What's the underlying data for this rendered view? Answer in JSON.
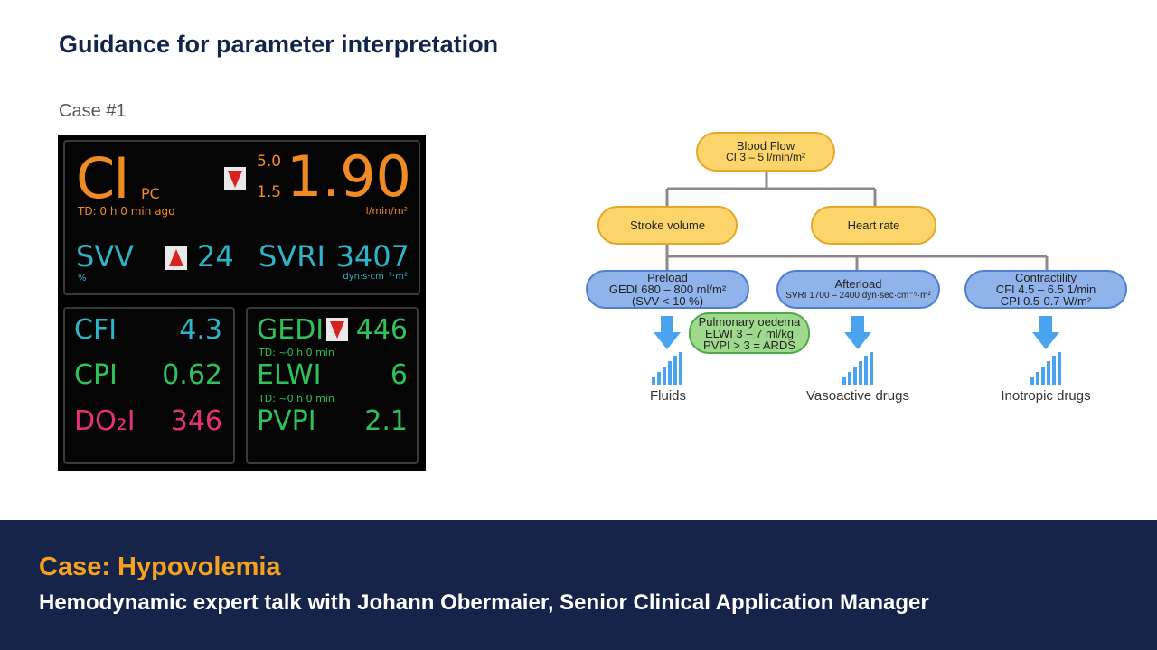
{
  "header": {
    "title": "Guidance for parameter interpretation",
    "case_label": "Case #1"
  },
  "monitor": {
    "ci": {
      "label": "CI",
      "sub": "PC",
      "td": "TD: 0 h 0 min ago",
      "upper": "5.0",
      "lower": "1.5",
      "value": "1.90",
      "unit": "l/min/m²",
      "trend": "down"
    },
    "svv": {
      "label": "SVV",
      "unit": "%",
      "value": "24",
      "trend": "up"
    },
    "svri": {
      "label": "SVRI",
      "value": "3407",
      "unit": "dyn·s·cm⁻⁵·m²"
    },
    "cfi": {
      "label": "CFI",
      "value": "4.3"
    },
    "cpi": {
      "label": "CPI",
      "value": "0.62"
    },
    "do2i": {
      "label": "DO₂I",
      "value": "346"
    },
    "gedi": {
      "label": "GEDI",
      "value": "446",
      "td": "TD: ~0 h 0 min",
      "trend": "down"
    },
    "elwi": {
      "label": "ELWI",
      "value": "6",
      "td": "TD: ~0 h 0 min"
    },
    "pvpi": {
      "label": "PVPI",
      "value": "2.1"
    },
    "colors": {
      "orange": "#f08a24",
      "cyan": "#2fb3c9",
      "green": "#2fc25a",
      "magenta": "#e8307a",
      "red_arrow": "#d9211d"
    }
  },
  "diagram": {
    "blood_flow": {
      "line1": "Blood Flow",
      "line2": "CI  3 – 5 l/min/m²"
    },
    "stroke_volume": "Stroke volume",
    "heart_rate": "Heart rate",
    "preload": {
      "line1": "Preload",
      "line2": "GEDI  680 – 800 ml/m²",
      "line3": "(SVV < 10 %)"
    },
    "afterload": {
      "line1": "Afterload",
      "line2": "SVRI 1700 – 2400 dyn·sec·cm⁻⁵·m²"
    },
    "contractility": {
      "line1": "Contractility",
      "line2": "CFI  4.5 – 6.5 1/min",
      "line3": "CPI 0.5-0.7 W/m²"
    },
    "pulmonary": {
      "line1": "Pulmonary oedema",
      "line2": "ELWI   3 – 7 ml/kg",
      "line3": "PVPI > 3 = ARDS"
    },
    "fluids": "Fluids",
    "vasoactive": "Vasoactive drugs",
    "inotropic": "Inotropic drugs",
    "colors": {
      "yellow": "#fcd56a",
      "blue": "#8fb3ea",
      "green": "#9fd98d",
      "arrow": "#4aa3ee"
    }
  },
  "footer": {
    "case": "Case: Hypovolemia",
    "subtitle": "Hemodynamic expert talk with Johann Obermaier, Senior Clinical Application Manager"
  }
}
